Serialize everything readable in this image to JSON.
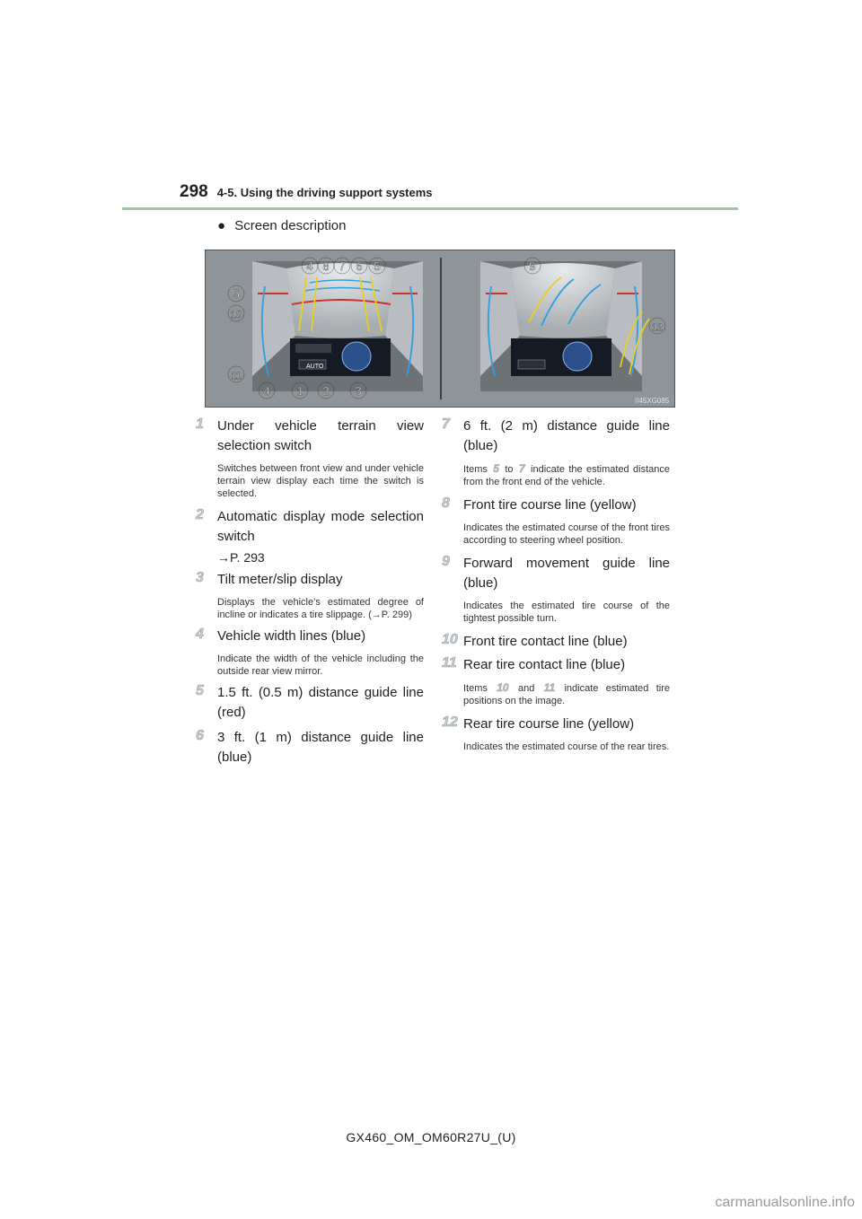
{
  "header": {
    "page_number": "298",
    "section": "4-5. Using the driving support systems"
  },
  "subhead": {
    "bullet": "●",
    "text": "Screen description"
  },
  "figure": {
    "code": "II45XG085",
    "callouts_top_left": [
      "4",
      "8",
      "7",
      "6",
      "5"
    ],
    "callouts_left_side": [
      "5",
      "10",
      "11"
    ],
    "callouts_bottom": [
      "4",
      "1",
      "2",
      "3"
    ],
    "callout_top_right": "9",
    "callout_right_side": "12",
    "auto_label": "AUTO"
  },
  "items_left": [
    {
      "num": "1",
      "title": "Under vehicle terrain view selection switch",
      "desc": "Switches between front view and under vehicle terrain view display each time the switch is selected."
    },
    {
      "num": "2",
      "title": "Automatic display mode selection switch",
      "ref": "→P. 293"
    },
    {
      "num": "3",
      "title": "Tilt meter/slip display",
      "desc": "Displays the vehicle’s estimated degree of incline or indicates a tire slippage. (→P. 299)"
    },
    {
      "num": "4",
      "title": "Vehicle width lines (blue)",
      "desc": "Indicate the width of the vehicle including the outside rear view mirror."
    },
    {
      "num": "5",
      "title": "1.5 ft. (0.5 m) distance guide line (red)"
    },
    {
      "num": "6",
      "title": "3 ft. (1 m) distance guide line (blue)"
    }
  ],
  "items_right": [
    {
      "num": "7",
      "title": "6 ft. (2 m) distance guide line (blue)",
      "desc_a": "Items",
      "desc_n1": "5",
      "desc_b": "to",
      "desc_n2": "7",
      "desc_c": "indicate the estimated distance from the front end of the vehicle."
    },
    {
      "num": "8",
      "title": "Front tire course line (yellow)",
      "desc": "Indicates the estimated course of the front tires according to steering wheel position."
    },
    {
      "num": "9",
      "title": "Forward movement guide line (blue)",
      "desc": "Indicates the estimated tire course of the tightest possible turn."
    },
    {
      "num": "10",
      "title": "Front tire contact line (blue)"
    },
    {
      "num": "11",
      "title": "Rear tire contact line (blue)",
      "desc_a": "Items",
      "desc_n1": "10",
      "desc_b": "and",
      "desc_n2": "11",
      "desc_c": "indicate estimated tire positions on the image."
    },
    {
      "num": "12",
      "title": "Rear tire course line (yellow)",
      "desc": "Indicates the estimated course of the rear tires."
    }
  ],
  "footer": {
    "text": "GX460_OM_OM60R27U_(U)"
  },
  "watermark": {
    "text": "carmanualsonline.info"
  },
  "colors": {
    "accent_rule": "#9ccb9a",
    "guide_red": "#d0302c",
    "guide_blue": "#2e9fe0",
    "guide_yellow": "#e8d020"
  }
}
